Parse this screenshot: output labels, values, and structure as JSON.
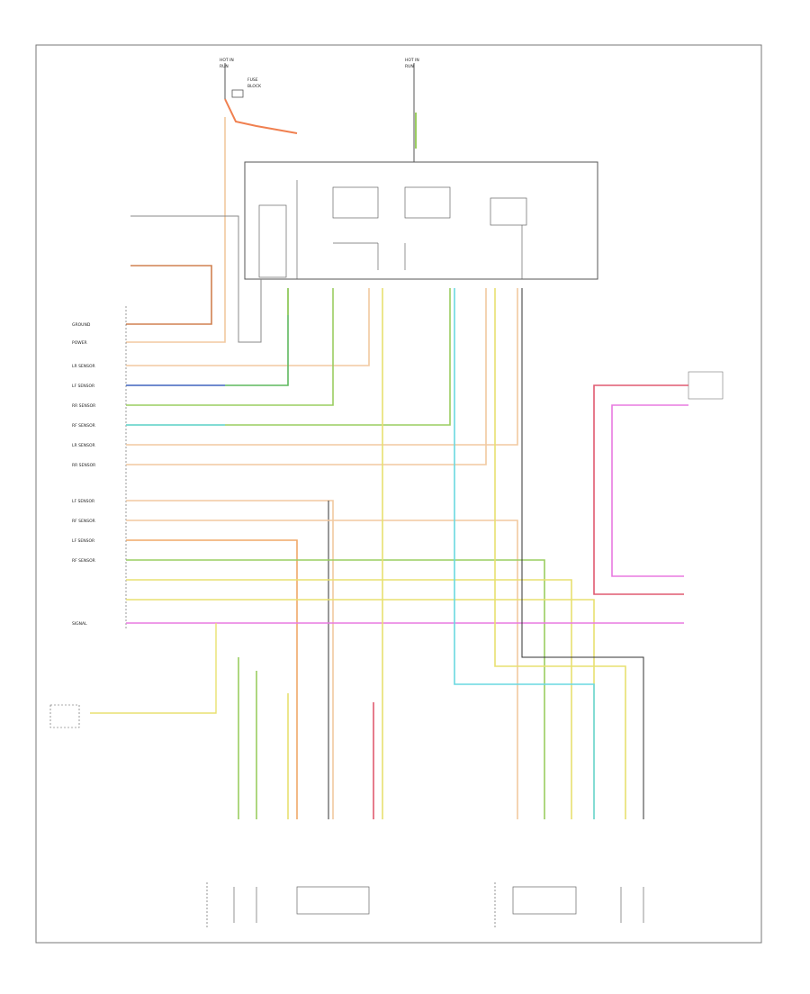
{
  "diagram": {
    "bottom_left_code": "",
    "top_left_fuse_labels": [
      "HOT IN",
      "RUN",
      "FUSE",
      "BLOCK"
    ],
    "top_right_fuse_labels": [
      "HOT IN",
      "RUN"
    ],
    "left_connector_labels": [
      "GROUND",
      "POWER",
      "LR SENSOR",
      "LF SENSOR",
      "RR SENSOR",
      "RF SENSOR",
      "LR SENSOR",
      "RR SENSOR",
      "LF SENSOR",
      "RF SENSOR",
      "LF SENSOR",
      "RF SENSOR",
      "SIGNAL"
    ],
    "left_module_title": "",
    "bottom_left_component": "",
    "right_top_component": "",
    "right_bottom_component": "",
    "bottom_left_sensor_group": "",
    "bottom_right_sensor_group": "",
    "center_component": "",
    "top_box_title": ""
  },
  "colors": {
    "orange": "#f0a868",
    "pink": "#e08aa0",
    "red": "#e05a70",
    "magenta": "#e87ae0",
    "green": "#9acd60",
    "darkgreen": "#5fb85f",
    "blue": "#5a6fd8",
    "cyan": "#6ad8e0",
    "yellow": "#e8e070",
    "peach": "#f2c9a0",
    "tan": "#d8c080",
    "black": "#333333",
    "gray": "#888888"
  }
}
